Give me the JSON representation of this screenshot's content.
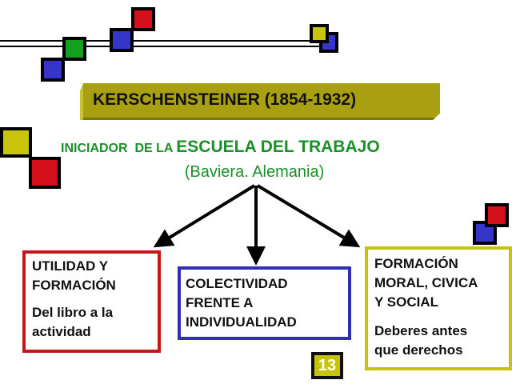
{
  "slide": {
    "title": "KERSCHENSTEINER (1854-1932)",
    "subtitle": {
      "prefix": "INICIADOR  DE LA ",
      "emphasis": "ESCUELA DEL TRABAJO",
      "location": "(Baviera. Alemania)"
    },
    "boxes": [
      {
        "heading_lines": [
          "UTILIDAD Y",
          "FORMACIÓN"
        ],
        "detail_lines": [
          "Del libro a la",
          "actividad"
        ],
        "border_color": "#c8151b"
      },
      {
        "heading_lines": [
          "COLECTIVIDAD",
          "FRENTE A",
          "INDIVIDUALIDAD"
        ],
        "detail_lines": [],
        "border_color": "#2f2fb5"
      },
      {
        "heading_lines": [
          "FORMACIÓN",
          "MORAL, CIVICA",
          "Y SOCIAL"
        ],
        "detail_lines": [
          "Deberes antes",
          "que derechos"
        ],
        "border_color": "#c7c20a"
      }
    ],
    "page_number": "13"
  },
  "colors": {
    "title_bar": "#a8a010",
    "subtitle_green": "#1a8f2a",
    "square_red": "#d4101a",
    "square_blue": "#3535c8",
    "square_green": "#12a020",
    "square_yellow": "#c9c40c"
  }
}
